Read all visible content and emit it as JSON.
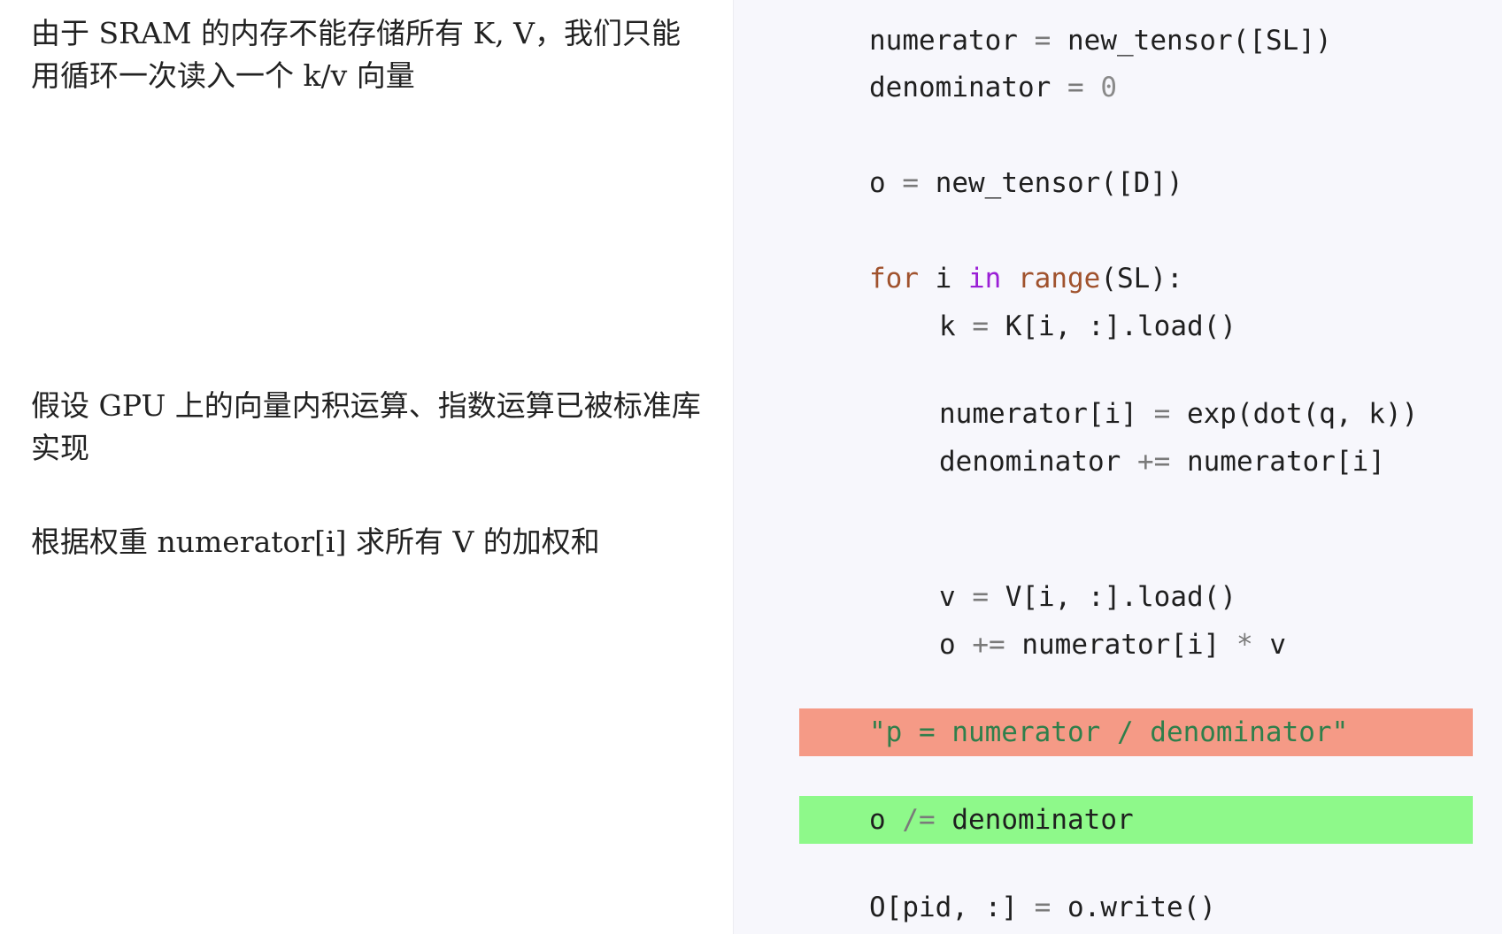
{
  "notes": [
    "由于 SRAM 的内存不能存储所有 K, V，我们只能用循环一次读入一个 k/v 向量",
    "假设 GPU 上的向量内积运算、指数运算已被标准库实现",
    "根据权重 numerator[i] 求所有 V 的加权和"
  ],
  "code": {
    "l1": {
      "a": "numerator",
      "op": "=",
      "b": "new_tensor([SL])"
    },
    "l2": {
      "a": "denominator",
      "op": "=",
      "n": "0"
    },
    "l3": {
      "a": "o",
      "op": "=",
      "b": "new_tensor([D])"
    },
    "l4": {
      "kw_for": "for",
      "var": " i ",
      "kw_in": "in",
      "fn": "range",
      "rest": "(SL):"
    },
    "l5": {
      "a": "k",
      "op": "=",
      "b": "K[i, :].load()"
    },
    "l6": {
      "a": "numerator[i]",
      "op": "=",
      "b": "exp(dot(q, k))"
    },
    "l7": {
      "a": "denominator",
      "op": "+=",
      "b": "numerator[i]"
    },
    "l8": {
      "a": "v",
      "op": "=",
      "b": "V[i, :].load()"
    },
    "l9": {
      "a": "o",
      "op": "+=",
      "b": "numerator[i]",
      "op2": "*",
      "c": "v"
    },
    "l10": {
      "text": "\"p = numerator / denominator\""
    },
    "l11": {
      "a": "o",
      "op": "/=",
      "b": "denominator"
    },
    "l12": {
      "a": "O[pid, :]",
      "op": "=",
      "b": "o.write()"
    }
  },
  "colors": {
    "highlight_removed": "#f59a86",
    "highlight_added": "#8ef98a",
    "keyword": "#a0522d",
    "keyword_in": "#9b1fd6",
    "string": "#2f7f4b"
  }
}
